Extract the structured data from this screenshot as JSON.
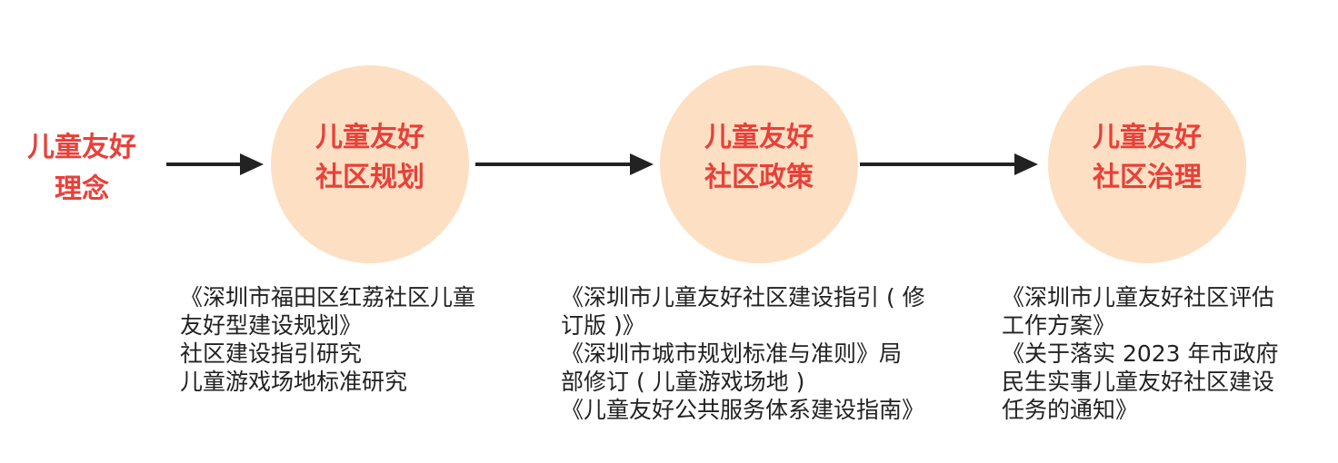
{
  "start": {
    "lines": [
      "儿童友好",
      "理念"
    ]
  },
  "stages": [
    {
      "lines": [
        "儿童友好",
        "社区规划"
      ],
      "notes": [
        "《深圳市福田区红荔社区儿童",
        "友好型建设规划》",
        "社区建设指引研究",
        "儿童游戏场地标准研究"
      ]
    },
    {
      "lines": [
        "儿童友好",
        "社区政策"
      ],
      "notes": [
        "《深圳市儿童友好社区建设指引 ( 修",
        "订版 )》",
        "《深圳市城市规划标准与准则》局",
        "部修订 ( 儿童游戏场地 )",
        "《儿童友好公共服务体系建设指南》"
      ]
    },
    {
      "lines": [
        "儿童友好",
        "社区治理"
      ],
      "notes": [
        "《深圳市儿童友好社区评估",
        "工作方案》",
        "《关于落实 2023 年市政府",
        "民生实事儿童友好社区建设",
        "任务的通知》"
      ]
    }
  ],
  "colors": {
    "accent": "#e8403a",
    "circle_fill": "#fde0c3",
    "arrow": "#222222",
    "text": "#222222"
  }
}
